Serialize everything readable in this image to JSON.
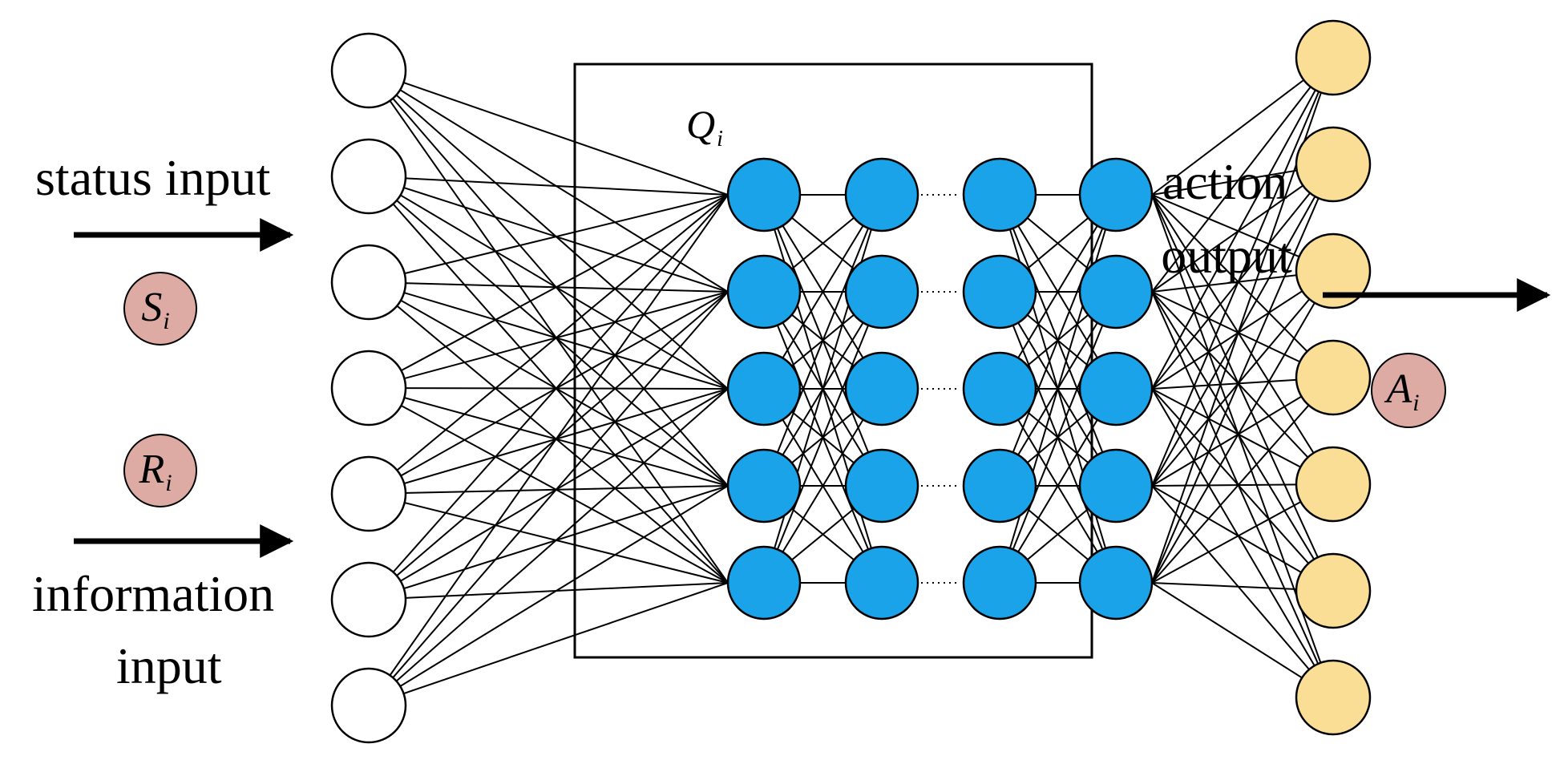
{
  "labels": {
    "status_input": "status input",
    "information_line1": "information",
    "information_line2": "input",
    "action_line1": "action",
    "action_line2": "output"
  },
  "symbols": {
    "state": {
      "main": "S",
      "sub": "i"
    },
    "reward": {
      "main": "R",
      "sub": "i"
    },
    "action": {
      "main": "A",
      "sub": "i"
    },
    "q_network": {
      "main": "Q",
      "sub": "i"
    }
  },
  "network": {
    "input_layer_nodes": 7,
    "hidden_layers": 4,
    "hidden_nodes_per_layer": 5,
    "output_layer_nodes": 7,
    "hidden_layer_gap_style": "dotted"
  },
  "colors": {
    "input_node_fill": "#ffffff",
    "hidden_node_fill": "#1aa3e8",
    "output_node_fill": "#fbde96",
    "symbol_badge_fill": "#deaba4",
    "stroke": "#000000"
  }
}
